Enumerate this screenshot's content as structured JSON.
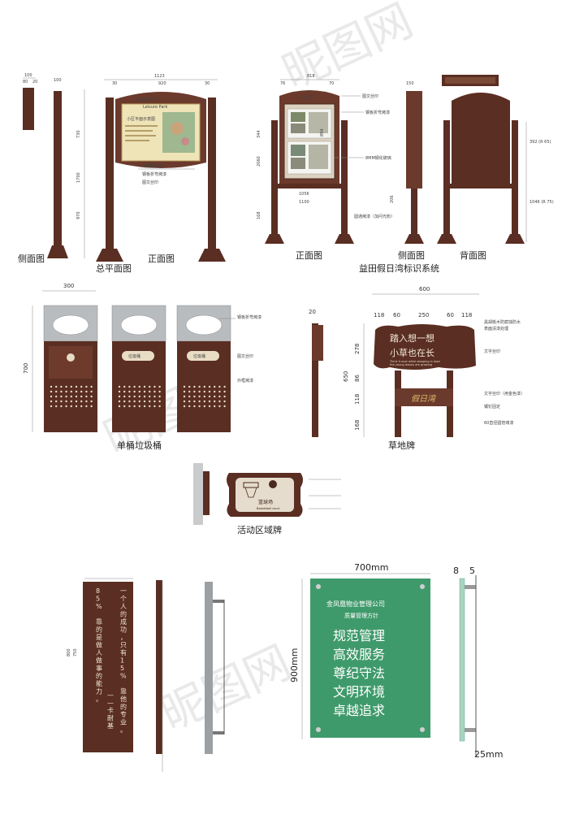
{
  "watermark": [
    "昵图网",
    "昵图",
    "昵图网"
  ],
  "captions": {
    "side1": "侧面图",
    "plan": "总平面图",
    "front1": "正面图",
    "front2": "正面图",
    "side2": "侧面图",
    "back2": "背面图",
    "system_title": "益田假日湾标识系统",
    "bin": "单桶垃圾桶",
    "lawn": "草地牌",
    "activity": "活动区域牌"
  },
  "dims": {
    "s1_100a": "100",
    "s1_80": "80",
    "s1_20": "20",
    "s1_100b": "100",
    "s1_1123": "1123",
    "s1_920": "920",
    "s1_30a": "30",
    "s1_30b": "30",
    "s1_730": "730",
    "s1_1700": "1700",
    "s1_970": "970",
    "s2_818": "818",
    "s2_76": "76",
    "s2_70": "70",
    "s2_150": "150",
    "s2_344": "344",
    "s2_894": "894",
    "s2_2060": "2060",
    "s2_168": "168",
    "s2_206": "206",
    "s2_1056": "1056",
    "s2_1100": "1100",
    "s2_392": "392 (R 65)",
    "s2_1046": "1046 (R 75)",
    "bin_300": "300",
    "bin_700": "700",
    "lawn_600": "600",
    "lawn_20": "20",
    "lawn_118a": "118",
    "lawn_60a": "60",
    "lawn_250": "250",
    "lawn_60b": "60",
    "lawn_118b": "118",
    "lawn_278": "278",
    "lawn_650": "650",
    "lawn_86": "86",
    "lawn_118c": "118",
    "lawn_168": "168",
    "w_800": "800",
    "w_750": "750",
    "g_700": "700mm",
    "g_900": "900mm",
    "g_8": "8",
    "g_5": "5",
    "g_25": "25mm"
  },
  "notes": {
    "s1_n1": "内侧腰梁漆",
    "s1_n2": "钢板折弯烤漆",
    "s1_n3": "图文丝印",
    "s2_n1": "图文丝印",
    "s2_n2": "钢板折弯烤漆",
    "s2_n3": "8MM钢化玻璃",
    "s2_n4": "圆通烤漆（加问光粉）",
    "bin_n1": "钢板折弯烤漆",
    "bin_n2": "图文丝印",
    "bin_n3": "外框烤漆",
    "lawn_n1": "黑胡桃木防腐蚀防水",
    "lawn_n2": "表面清漆处理",
    "lawn_n3": "文字丝印",
    "lawn_n4": "文字丝印（用金色漆）",
    "lawn_n5": "镶钉固定",
    "lawn_n6": "60直径圆管烤漆"
  },
  "board1": {
    "title": "益田假日湾",
    "sub": "Leisure Park",
    "map": "小区平面示意图"
  },
  "board2": {
    "title": "公告栏"
  },
  "bin_labels": [
    "",
    "垃圾桶",
    "垃圾桶"
  ],
  "lawn_sign": {
    "line1": "踏入想一想",
    "line2": "小草也在长",
    "en1": "Think it over while stepping in lawn",
    "en2": "the young leaves are growing",
    "logo": "假日湾"
  },
  "activity_sign": {
    "label": "篮球场",
    "en": "Basketball court"
  },
  "wood_sign": {
    "line_left": "85% 靠的是做人做事的能力。",
    "line_right": "一个人的成功，只有15% 靠他的专业。",
    "author": "——卡耐基"
  },
  "glass_sign": {
    "company": "金凤凰物业管理公司",
    "subtitle": "质量管理方针",
    "lines": [
      "规范管理",
      "高效服务",
      "尊纪守法",
      "文明环境",
      "卓越追求"
    ]
  },
  "colors": {
    "wood": "#5a2e22",
    "panel": "#efe4b8",
    "glass": "#3f9a6b",
    "steel": "#9aa0a3"
  }
}
